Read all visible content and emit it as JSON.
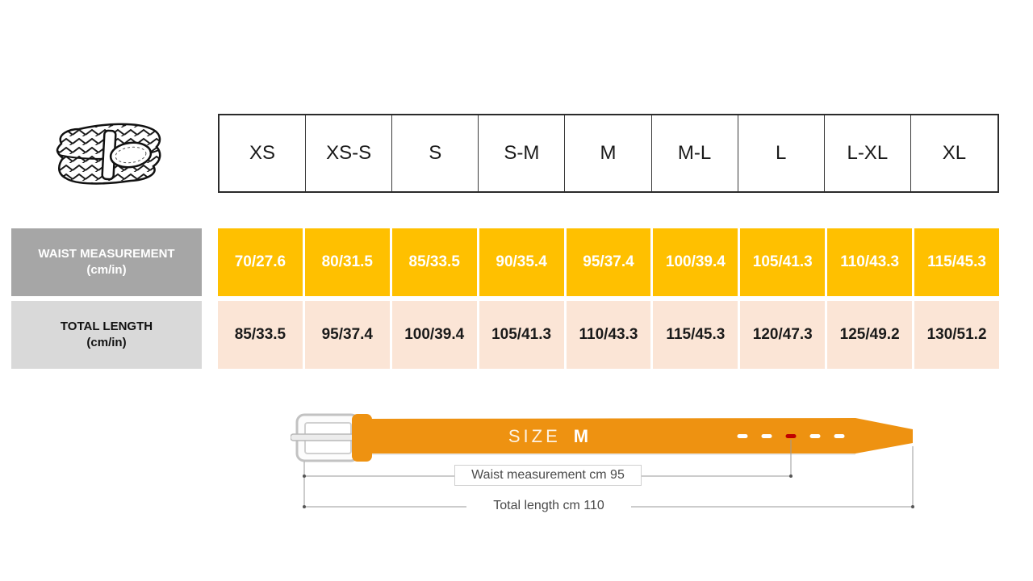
{
  "table": {
    "sizes": [
      "XS",
      "XS-S",
      "S",
      "S-M",
      "M",
      "M-L",
      "L",
      "L-XL",
      "XL"
    ],
    "rows": [
      {
        "label_line1": "WAIST MEASUREMENT",
        "label_line2": "(cm/in)",
        "values": [
          "70/27.6",
          "80/31.5",
          "85/33.5",
          "90/35.4",
          "95/37.4",
          "100/39.4",
          "105/41.3",
          "110/43.3",
          "115/45.3"
        ]
      },
      {
        "label_line1": "TOTAL LENGTH",
        "label_line2": "(cm/in)",
        "values": [
          "85/33.5",
          "95/37.4",
          "100/39.4",
          "105/41.3",
          "110/43.3",
          "115/45.3",
          "120/47.3",
          "125/49.2",
          "130/51.2"
        ]
      }
    ]
  },
  "diagram": {
    "size_label": "SIZE",
    "size_value": "M",
    "waist_note": "Waist measurement cm 95",
    "length_note": "Total length cm 110"
  },
  "colors": {
    "waist_row_bg": "#FFC000",
    "waist_label_bg": "#A6A6A6",
    "length_row_bg": "#FBE5D6",
    "length_label_bg": "#D9D9D9",
    "belt_orange": "#EE9211",
    "selected_hole_red": "#C00000"
  }
}
